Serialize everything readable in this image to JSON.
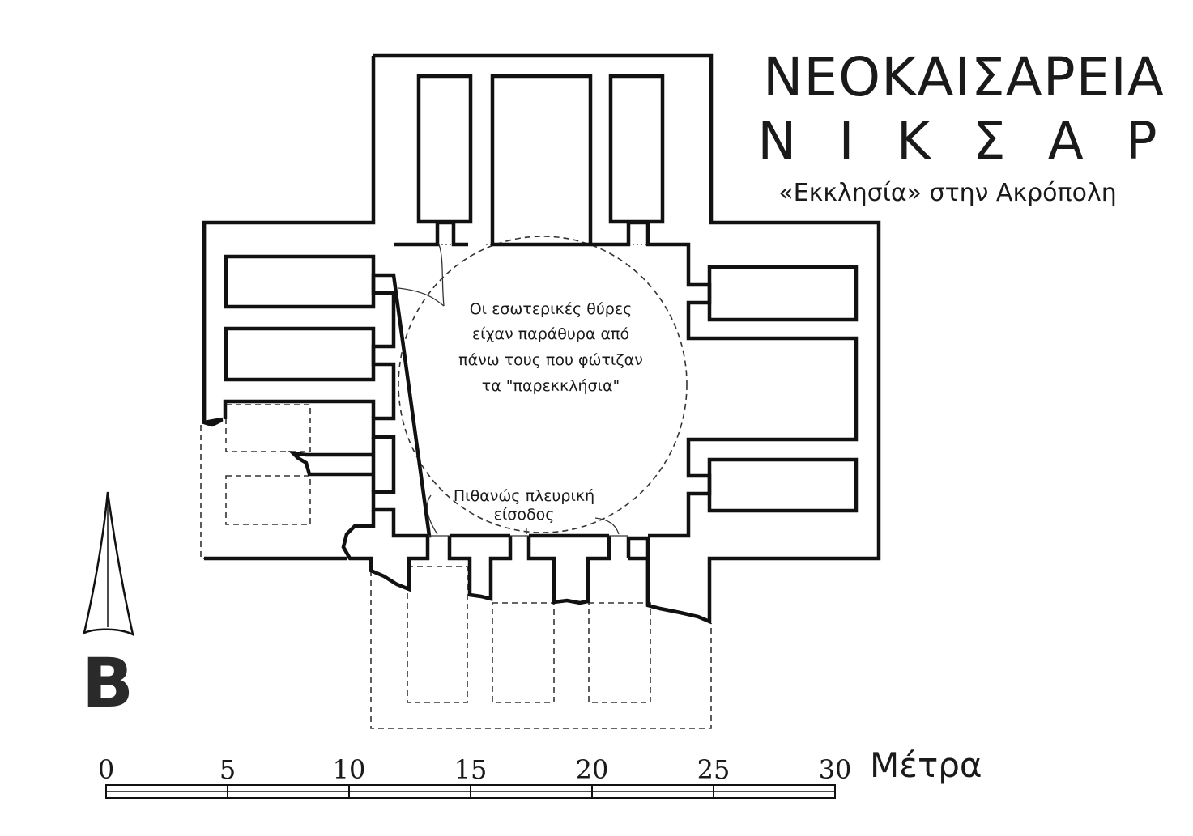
{
  "title": {
    "line1": "ΝΕΟΚΑΙΣΑΡΕΙΑ",
    "line2": "Ν Ι Κ Σ Α Ρ",
    "subtitle": "«Εκκλησία» στην Ακρόπολη"
  },
  "annotations": {
    "windows_note": [
      "Οι εσωτερικές θύρες",
      "είχαν παράθυρα από",
      "πάνω τους που φώτιζαν",
      "τα \"παρεκκλήσια\""
    ],
    "entrance_note": [
      "Πιθανώς πλευρική",
      "είσοδος"
    ]
  },
  "north_arrow": {
    "label": "B",
    "icon": "north-arrow-icon"
  },
  "scale_bar": {
    "ticks": [
      "0",
      "5",
      "10",
      "15",
      "20",
      "25",
      "30"
    ],
    "unit": "Μέτρα"
  }
}
